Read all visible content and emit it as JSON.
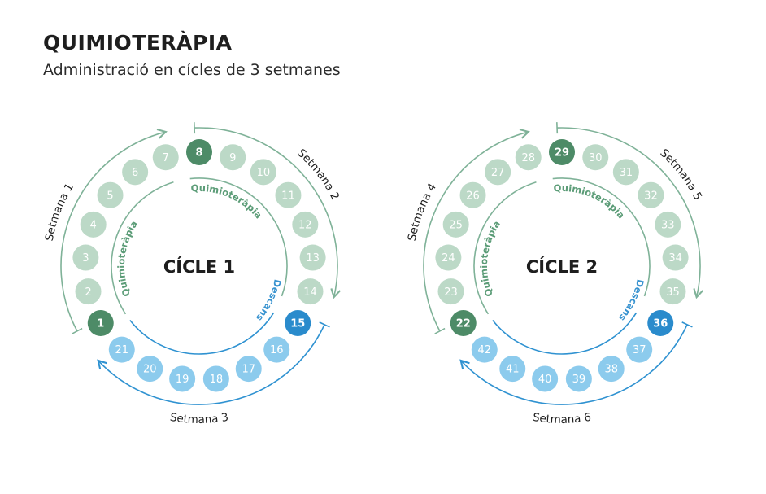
{
  "header": {
    "title": "QUIMIOTERÀPIA",
    "subtitle": "Administració en cícles de 3 setmanes"
  },
  "colors": {
    "chemo_dark": "#4d8b67",
    "chemo_light": "#bcd9c7",
    "chemo_line": "#7fb298",
    "chemo_text": "#5b9c77",
    "rest_dark": "#2a8bcc",
    "rest_light": "#8ccbed",
    "rest_line": "#2f92d1",
    "rest_text": "#3893d0"
  },
  "cycles": [
    {
      "label": "CÍCLE 1",
      "days": [
        "1",
        "2",
        "3",
        "4",
        "5",
        "6",
        "7",
        "8",
        "9",
        "10",
        "11",
        "12",
        "13",
        "14",
        "15",
        "16",
        "17",
        "18",
        "19",
        "20",
        "21"
      ],
      "highlight": [
        "1",
        "8",
        "15"
      ],
      "weeks": [
        "Setmana 1",
        "Setmana 2",
        "Setmana 3"
      ],
      "inner_labels": {
        "chemo_left": "Quimioteràpia",
        "chemo_top": "Quimioteràpia",
        "rest": "Descans"
      }
    },
    {
      "label": "CÍCLE 2",
      "days": [
        "22",
        "23",
        "24",
        "25",
        "26",
        "27",
        "28",
        "29",
        "30",
        "31",
        "32",
        "33",
        "34",
        "35",
        "36",
        "37",
        "38",
        "39",
        "40",
        "41",
        "42"
      ],
      "highlight": [
        "22",
        "29",
        "36"
      ],
      "weeks": [
        "Setmana 4",
        "Setmana 5",
        "Setmana 6"
      ],
      "inner_labels": {
        "chemo_left": "Quimioteràpia",
        "chemo_top": "Quimioteràpia",
        "rest": "Descans"
      }
    }
  ]
}
